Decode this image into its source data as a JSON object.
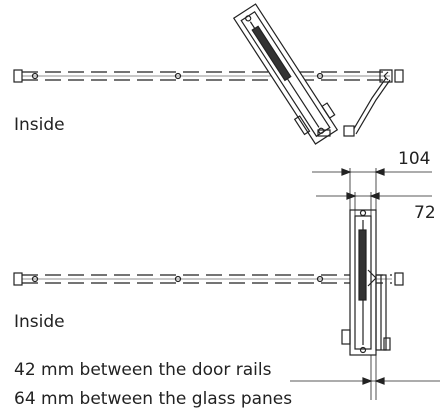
{
  "diagram": {
    "top_view": {
      "inside_label": "Inside"
    },
    "bottom_view": {
      "inside_label": "Inside"
    },
    "dimensions": {
      "outer_value": "104",
      "inner_value": "72"
    },
    "notes": [
      "42 mm between the door rails",
      "64 mm between the glass panes"
    ]
  }
}
